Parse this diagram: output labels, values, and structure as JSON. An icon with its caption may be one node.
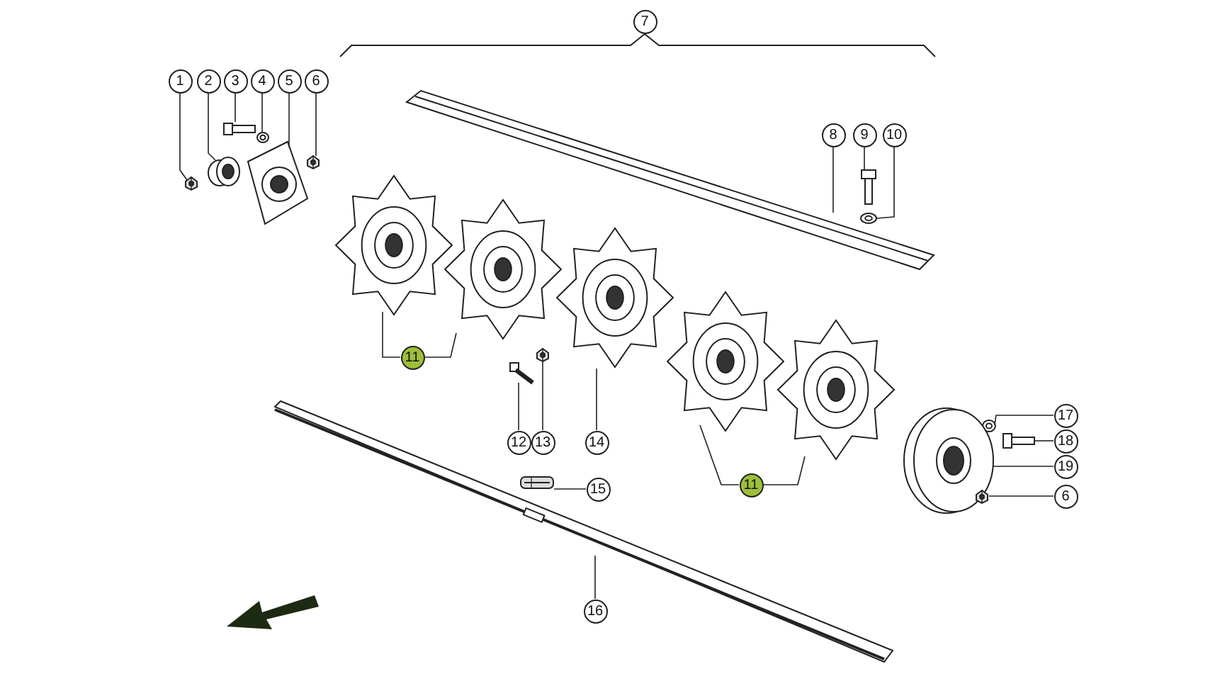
{
  "diagram": {
    "nodes": [
      {
        "text": [
          "1"
        ]
      },
      {
        "text": [
          "2"
        ]
      },
      {
        "text": [
          "3"
        ]
      },
      {
        "text": [
          "4"
        ]
      },
      {
        "text": [
          "5"
        ]
      },
      {
        "text": [
          "6"
        ]
      },
      {
        "text": [
          "8"
        ]
      },
      {
        "text": [
          "9"
        ]
      },
      {
        "text": [
          "10"
        ]
      },
      {
        "text": [
          "11"
        ]
      },
      {
        "text": [
          "12"
        ]
      },
      {
        "text": [
          "13"
        ]
      },
      {
        "text": [
          "14"
        ]
      },
      {
        "text": [
          "11"
        ]
      },
      {
        "text": [
          "15"
        ]
      },
      {
        "text": [
          "17"
        ]
      },
      {
        "text": [
          "18"
        ]
      },
      {
        "text": [
          "19"
        ]
      },
      {
        "text": [
          "6"
        ]
      },
      {
        "text": [
          "16"
        ]
      },
      {
        "text": [],
        "shape": "picture"
      },
      {
        "text": [],
        "shape": "picture"
      },
      {
        "text": [],
        "shape": "picture"
      },
      {
        "text": [],
        "shape": "picture"
      },
      {
        "text": [],
        "shape": "picture"
      },
      {
        "text": [],
        "shape": "picture"
      },
      {
        "text": [],
        "shape": "picture"
      },
      {
        "text": [],
        "shape": "picture"
      },
      {
        "text": [],
        "shape": "picture"
      },
      {
        "text": [],
        "shape": "picture"
      },
      {
        "text": [],
        "shape": "picture"
      },
      {
        "text": [],
        "shape": "picture"
      },
      {
        "text": [],
        "shape": "picture"
      },
      {
        "text": [],
        "shape": "picture"
      },
      {
        "text": [],
        "shape": "picture"
      },
      {
        "text": [],
        "shape": "picture"
      },
      {
        "text": [],
        "shape": "picture"
      },
      {
        "text": [],
        "shape": "picture"
      },
      {
        "text": [],
        "shape": "picture"
      },
      {
        "text": [],
        "shape": "picture"
      },
      {
        "text": [],
        "shape": "picture"
      },
      {
        "text": [],
        "shape": "picture"
      },
      {
        "text": [
          "7"
        ]
      }
    ],
    "edges": [
      {
        "from": 0,
        "to": 20,
        "arrow": "none"
      },
      {
        "from": 1,
        "to": 21,
        "arrow": "none"
      },
      {
        "from": 2,
        "to": 22,
        "arrow": "none"
      },
      {
        "from": 3,
        "to": 23,
        "arrow": "none"
      },
      {
        "from": 4,
        "to": 24,
        "arrow": "none"
      },
      {
        "from": 5,
        "to": 25,
        "arrow": "none"
      },
      {
        "from": 6,
        "to": 26,
        "arrow": "none"
      },
      {
        "from": 7,
        "to": 27,
        "arrow": "none"
      },
      {
        "from": 8,
        "to": 28,
        "arrow": "none"
      },
      {
        "from": 9,
        "to": 29,
        "arrow": "none"
      },
      {
        "from": 9,
        "to": 30,
        "arrow": "none"
      },
      {
        "from": 10,
        "to": 34,
        "arrow": "none"
      },
      {
        "from": 11,
        "to": 35,
        "arrow": "none"
      },
      {
        "from": 12,
        "to": 31,
        "arrow": "none"
      },
      {
        "from": 13,
        "to": 32,
        "arrow": "none"
      },
      {
        "from": 13,
        "to": 33,
        "arrow": "none"
      },
      {
        "from": 14,
        "to": 36,
        "arrow": "none"
      },
      {
        "from": 15,
        "to": 37,
        "arrow": "none"
      },
      {
        "from": 16,
        "to": 38,
        "arrow": "none"
      },
      {
        "from": 17,
        "to": 39,
        "arrow": "none"
      },
      {
        "from": 18,
        "to": 40,
        "arrow": "none"
      },
      {
        "from": 19,
        "to": 41,
        "arrow": "none"
      }
    ]
  }
}
